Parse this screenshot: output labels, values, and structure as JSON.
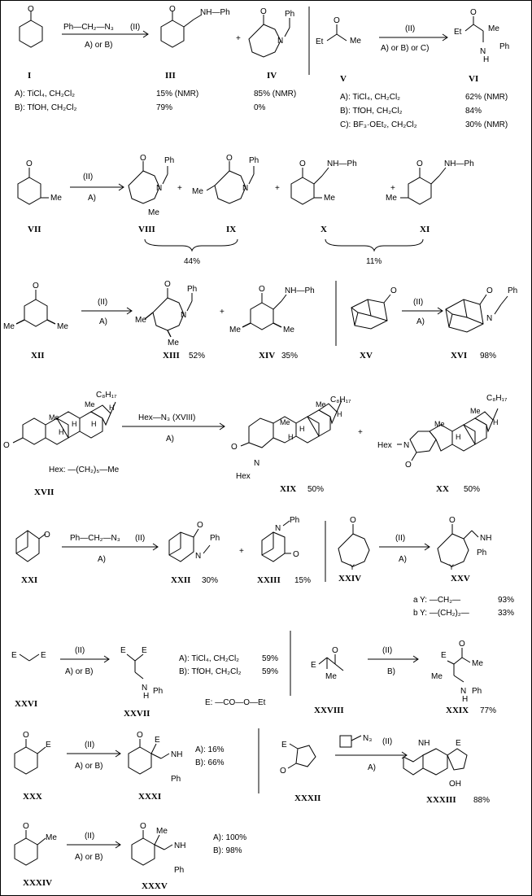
{
  "compounds": {
    "I": "I",
    "III": "III",
    "IV": "IV",
    "V": "V",
    "VI": "VI",
    "VII": "VII",
    "VIII": "VIII",
    "IX": "IX",
    "X": "X",
    "XI": "XI",
    "XII": "XII",
    "XIII": "XIII",
    "XIV": "XIV",
    "XV": "XV",
    "XVI": "XVI",
    "XVII": "XVII",
    "XIX": "XIX",
    "XX": "XX",
    "XXI": "XXI",
    "XXII": "XXII",
    "XXIII": "XXIII",
    "XXIV": "XXIV",
    "XXV": "XXV",
    "XXVI": "XXVI",
    "XXVII": "XXVII",
    "XXVIII": "XXVIII",
    "XXIX": "XXIX",
    "XXX": "XXX",
    "XXXI": "XXXI",
    "XXXII": "XXXII",
    "XXXIII": "XXXIII",
    "XXXIV": "XXXIV",
    "XXXV": "XXXV"
  },
  "reagents": {
    "azide_II": "Ph—CH₂—N₃",
    "ii": "(II)",
    "hexazide": "Hex—N₃",
    "xviii": "(XVIII)",
    "cond_AB": "A) or B)",
    "cond_ABC": "A) or B) or C)",
    "cond_A": "A)",
    "cond_B": "B)",
    "benzyl_azide_n3": "N₃"
  },
  "atoms": {
    "nh_ph": "NH—Ph",
    "n": "N",
    "ph": "Ph",
    "nh": "NH",
    "h": "H",
    "o": "O",
    "oh": "OH",
    "et": "Et",
    "me": "Me",
    "hex": "Hex",
    "e": "E",
    "c8h17": "C₈H₁₇"
  },
  "conditions": {
    "A_TiCl4": "A):  TiCl₄,   CH₂Cl₂",
    "B_TfOH": "B):  TfOH,   CH₂Cl₂",
    "C_BF3": "C):  BF₃·OEt₂,   CH₂Cl₂",
    "A_TiCl4_c": "A): TiCl₄, CH₂Cl₂",
    "B_TfOH_c": "B): TfOH, CH₂Cl₂",
    "hex_def": "Hex:  —(CH₂)₅—Me",
    "e_def": "E:  —CO—O—Et",
    "y_a": "a Y:  —CH₂—",
    "y_b": "b Y:  —(CH₂)₂—"
  },
  "yields": {
    "III_A": "15% (NMR)",
    "IV_A": "85% (NMR)",
    "III_B": "79%",
    "IV_B": "0%",
    "VI_A": "62% (NMR)",
    "VI_B": "84%",
    "VI_C": "30% (NMR)",
    "VIII_IX": "44%",
    "X_XI": "11%",
    "XIII": "52%",
    "XIV": "35%",
    "XVI": "98%",
    "XIX": "50%",
    "XX": "50%",
    "XXII": "30%",
    "XXIII": "15%",
    "XXV_a": "93%",
    "XXV_b": "33%",
    "XXVII_A": "59%",
    "XXVII_B": "59%",
    "XXIX": "77%",
    "XXXI_A": "A):  16%",
    "XXXI_B": "B):  66%",
    "XXXIII": "88%",
    "XXXV_A": "A):  100%",
    "XXXV_B": "B):    98%"
  }
}
